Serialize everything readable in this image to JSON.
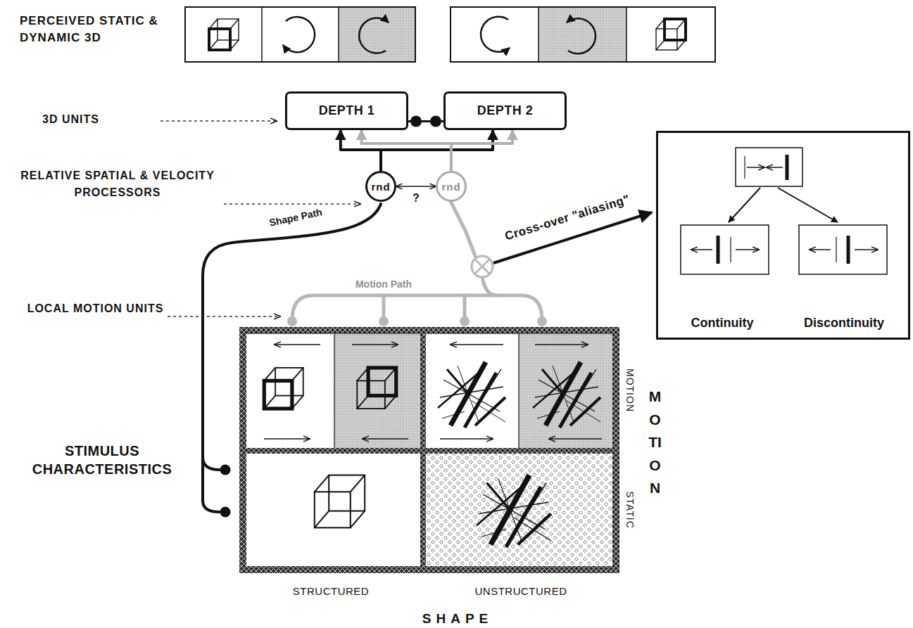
{
  "diagram": {
    "nodes": [
      {
        "text": [
          "DEPTH 1"
        ]
      },
      {
        "text": [
          "DEPTH 2"
        ]
      },
      {
        "text": [
          "rnd"
        ]
      },
      {
        "text": [
          "rnd"
        ]
      },
      {
        "text": [
          "Continuity",
          "Discontinuity"
        ]
      }
    ],
    "edges": [
      {
        "from": 2,
        "to": 0,
        "arrow": "to"
      },
      {
        "from": 2,
        "to": 1,
        "arrow": "to"
      },
      {
        "from": 3,
        "to": 0,
        "arrow": "to"
      },
      {
        "from": 3,
        "to": 1,
        "arrow": "to"
      },
      {
        "from": 0,
        "to": 1,
        "arrow": "none"
      },
      {
        "from": 2,
        "to": 3,
        "label": "?",
        "arrow": "both"
      }
    ],
    "labels": [
      "PERCEIVED STATIC & DYNAMIC 3D",
      "3D UNITS",
      "RELATIVE SPATIAL & VELOCITY PROCESSORS",
      "LOCAL MOTION UNITS",
      "STIMULUS CHARACTERISTICS",
      "Shape Path",
      "Motion Path",
      "Cross-over \"aliasing\"",
      "MOTION",
      "STATIC",
      "MOTION",
      "STRUCTURED",
      "UNSTRUCTURED",
      "SHAPE"
    ]
  }
}
